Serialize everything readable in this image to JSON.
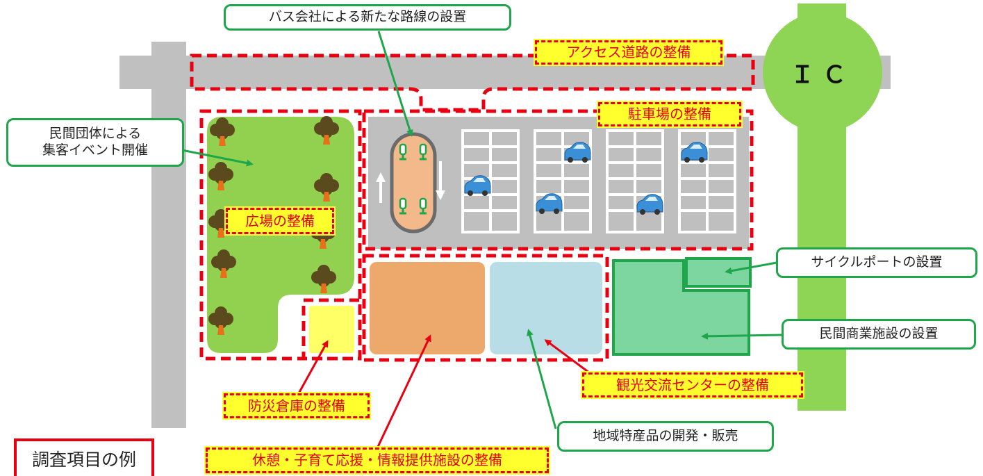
{
  "labels": {
    "bus": "バス会社による新たな路線の設置",
    "access": "アクセス道路の整備",
    "ic": "ＩＣ",
    "event": "民間団体による\n集客イベント開催",
    "parking": "駐車場の整備",
    "plaza": "広場の整備",
    "cycle": "サイクルポートの設置",
    "commercial": "民間商業施設の設置",
    "tourism": "観光交流センターの整備",
    "disaster": "防災倉庫の整備",
    "local": "地域特産品の開発・販売",
    "rest": "休憩・子育て応援・情報提供施設の整備",
    "legend": "調査項目の例"
  },
  "colors": {
    "road": "#c0c0c0",
    "plaza_green": "#92d050",
    "ic_green": "#8ed455",
    "parking_gray": "#bfbfbf",
    "orange_building": "#eda86b",
    "blue_building": "#b8dde6",
    "commercial_green": "#7dd6a0",
    "warehouse_yellow": "#ffff66",
    "red_dash": "#e60012",
    "green_line": "#1fa64a",
    "car_blue": "#3a8fd6"
  }
}
